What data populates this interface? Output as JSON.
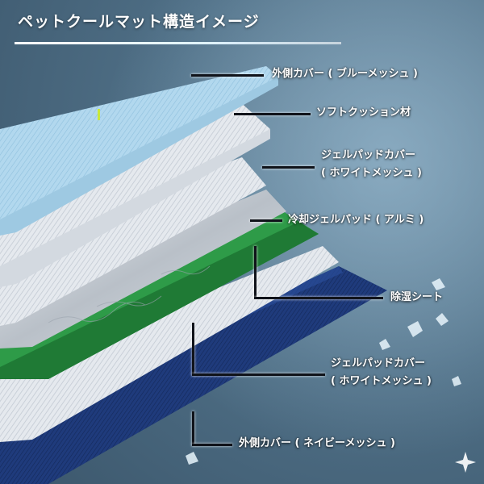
{
  "title": "ペットクールマット構造イメージ",
  "labels": {
    "outer_blue": "外側カバー ( ブルーメッシュ )",
    "soft_cushion": "ソフトクッション材",
    "gel_cover_top_line1": "ジェルパッドカバー",
    "gel_cover_top_line2": "( ホワイトメッシュ )",
    "cooling_gel": "冷却ジェルパッド ( アルミ )",
    "dehumid": "除湿シート",
    "gel_cover_bottom_line1": "ジェルパッドカバー",
    "gel_cover_bottom_line2": "( ホワイトメッシュ )",
    "outer_navy": "外側カバー ( ネイビーメッシュ )"
  },
  "colors": {
    "blue_mesh": "#a9d3ea",
    "white_mesh": "#e4e8ee",
    "gel_silver": "#c7cdd3",
    "green_sheet": "#2f9a47",
    "navy_mesh": "#1f3a7a"
  }
}
